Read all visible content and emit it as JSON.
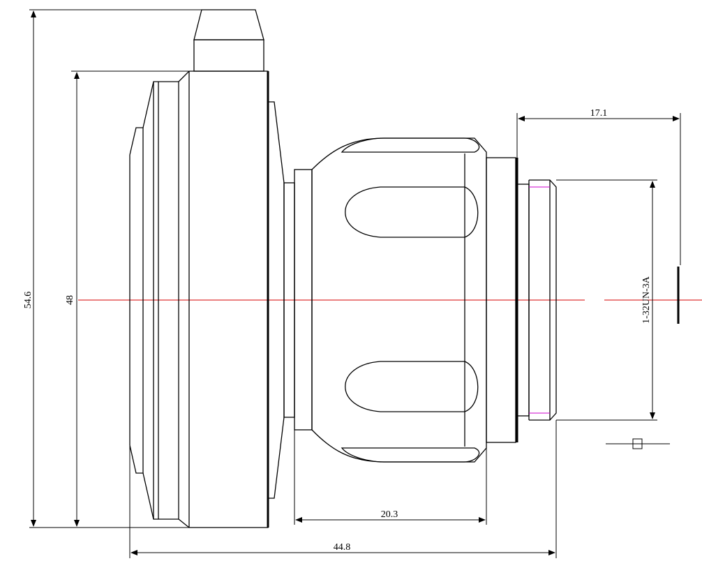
{
  "dimensions": {
    "overall_height": "54.6",
    "body_diameter": "48",
    "thread": "1-32UN-3A",
    "thread_length": "17.1",
    "sleeve_length": "20.3",
    "overall_length": "44.8"
  },
  "colors": {
    "outline": "#000000",
    "center_axis": "#d40000",
    "thread_line": "#cc00cc"
  }
}
